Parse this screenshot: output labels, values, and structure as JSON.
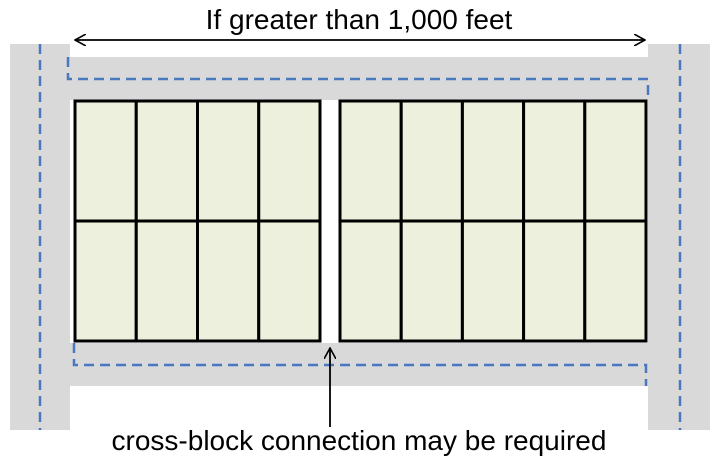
{
  "labels": {
    "top": "If greater than 1,000 feet",
    "bottom": "cross-block connection may be required"
  },
  "colors": {
    "street": "#d9d9d9",
    "lot_fill": "#edf0dd",
    "lot_stroke": "#000000",
    "boundary_dash": "#4a78c0",
    "arrow": "#000000",
    "background": "#ffffff"
  },
  "blocks": {
    "left_lots_per_row": 4,
    "right_lots_per_row": 5,
    "rows": 2
  }
}
